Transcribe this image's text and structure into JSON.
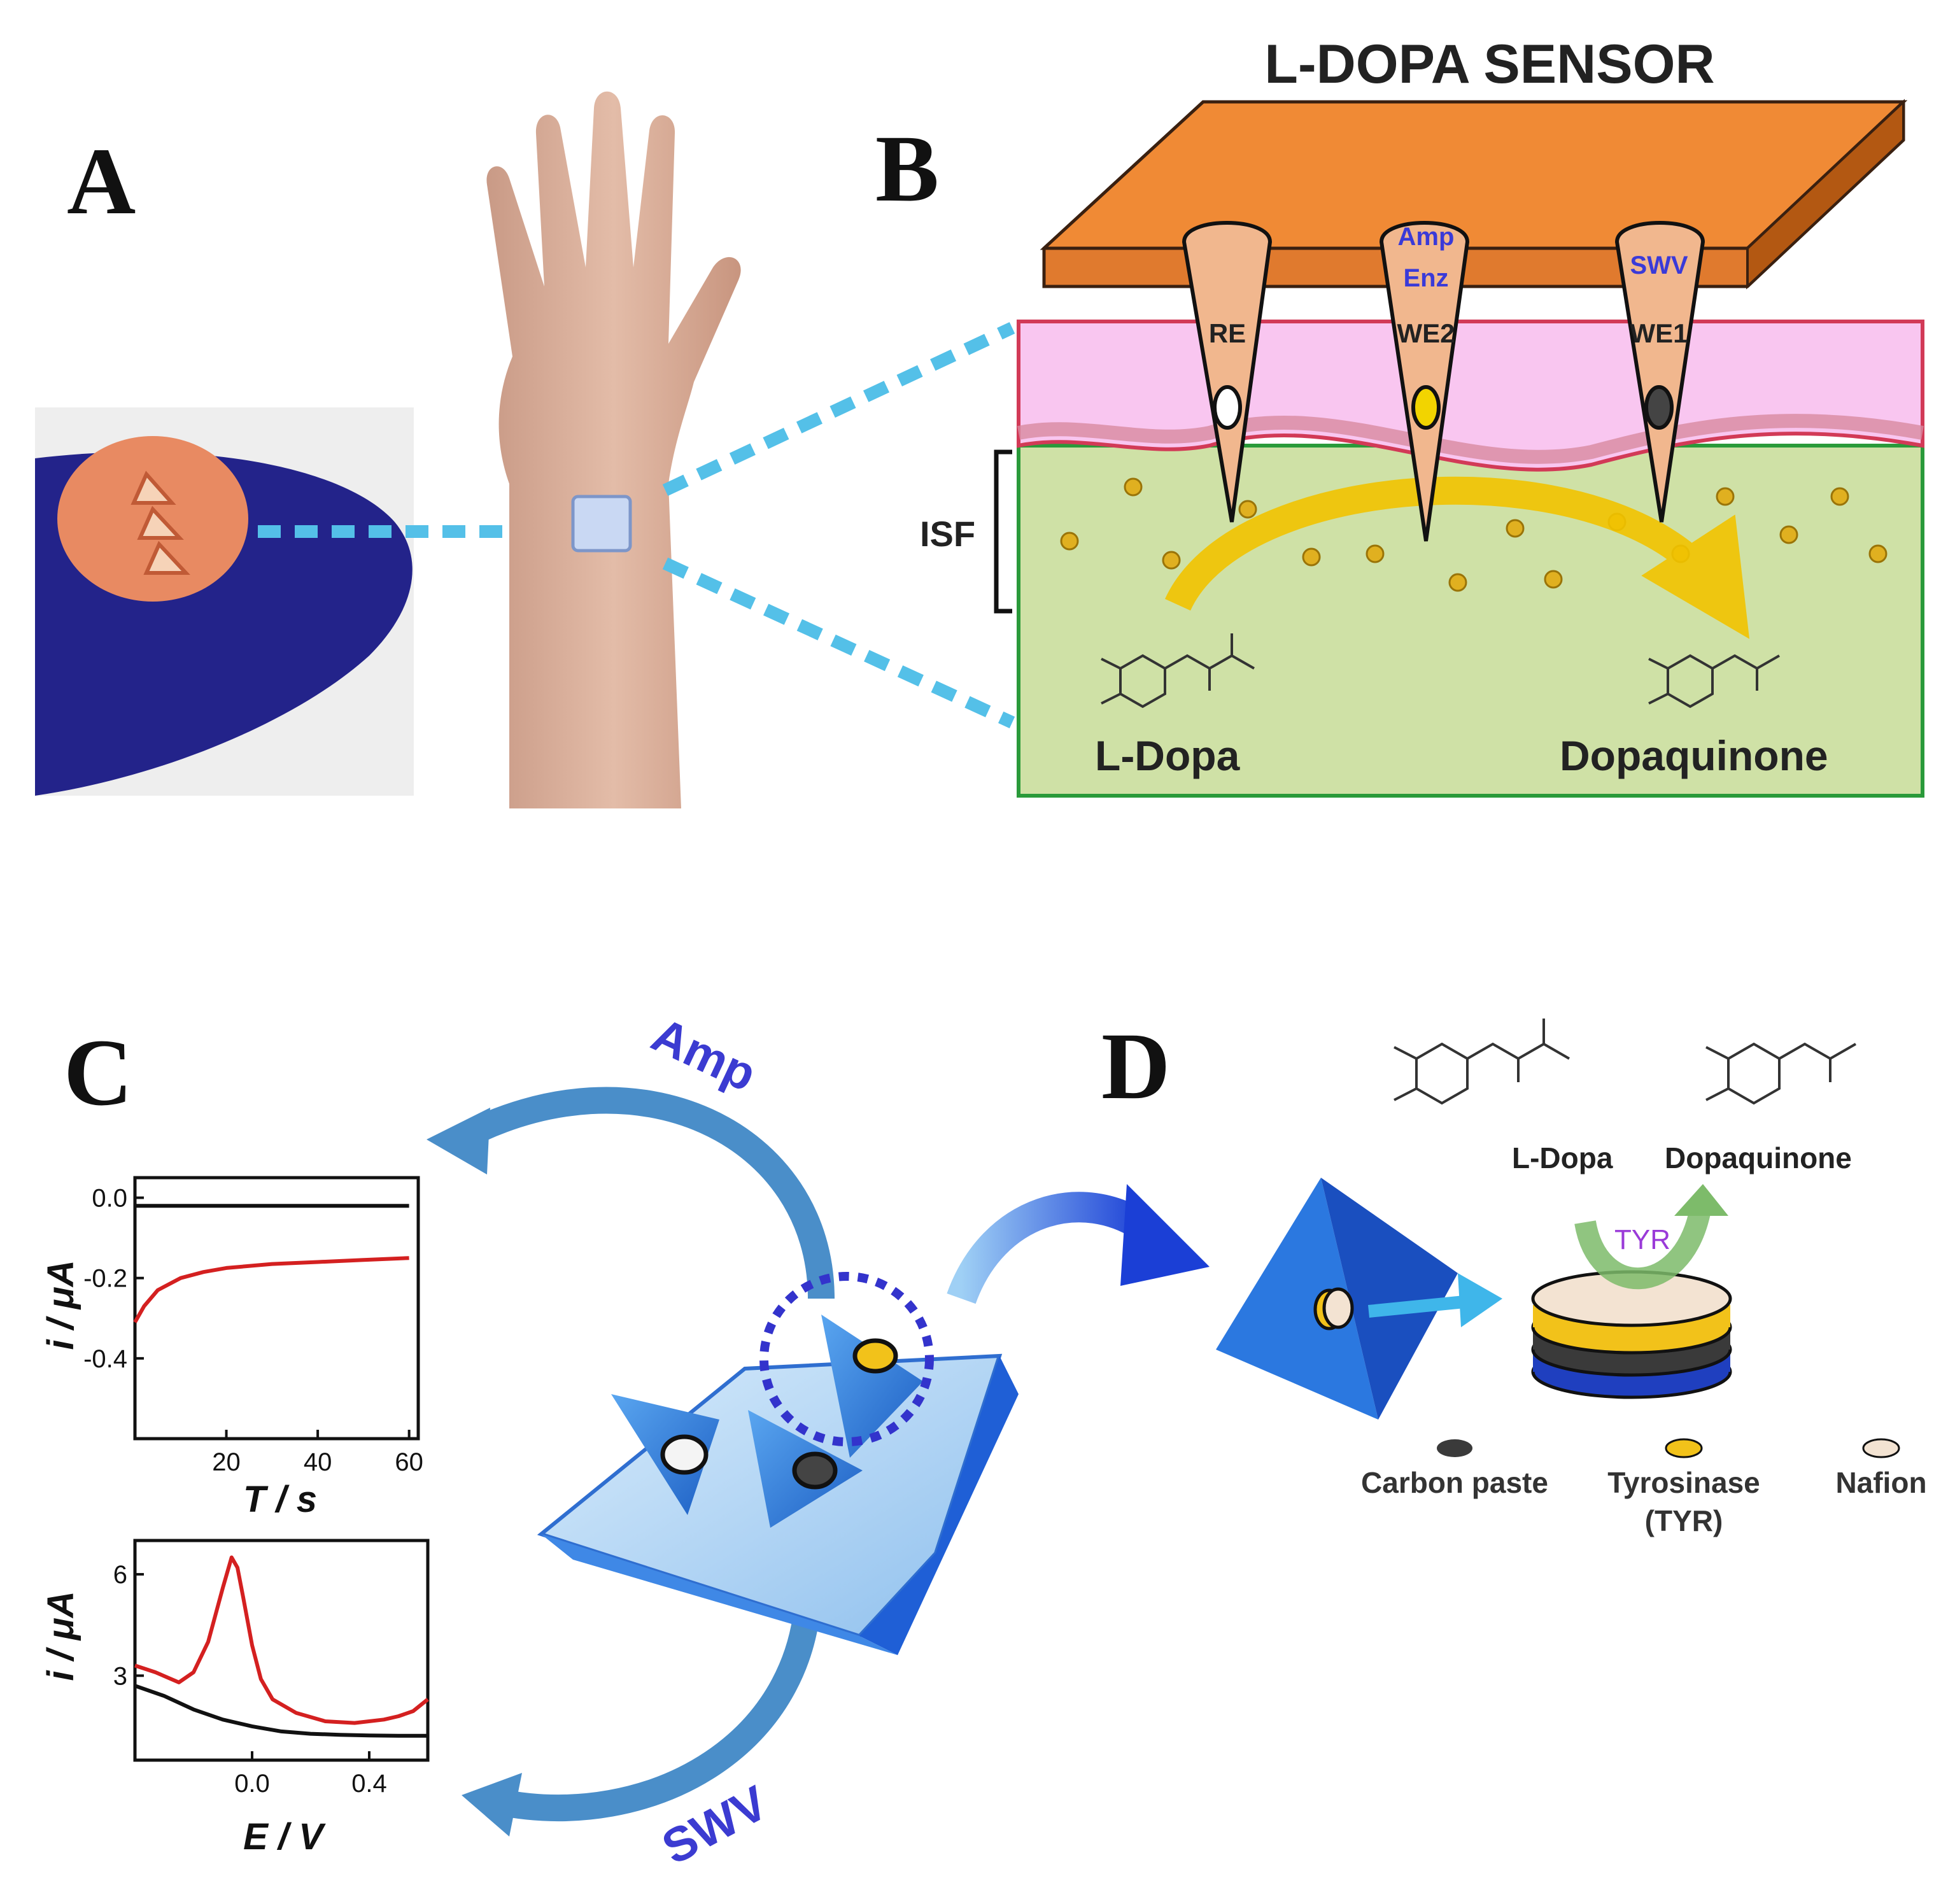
{
  "panel_labels": {
    "a": "A",
    "b": "B",
    "c": "C",
    "d": "D"
  },
  "panel_b": {
    "title": "L-DOPA SENSOR",
    "electrodes": [
      {
        "name": "RE",
        "tag": "",
        "dot_color": "#ffffff"
      },
      {
        "name": "WE2",
        "tag1": "Amp",
        "tag2": "Enz",
        "dot_color": "#f2d400"
      },
      {
        "name": "WE1",
        "tag1": "SWV",
        "dot_color": "#444444"
      }
    ],
    "isf_label": "ISF",
    "reactant_label": "L-Dopa",
    "product_label": "Dopaquinone",
    "colors": {
      "sensor": "#e07a2e",
      "skin": "#f9c6f0",
      "isf": "#cfe1a6",
      "arrow": "#f2d400"
    }
  },
  "panel_c": {
    "amp_label": "Amp",
    "swv_label": "SWV",
    "colors": {
      "platform": "#3a78d6",
      "arrow": "#4a8ec9"
    }
  },
  "panel_d": {
    "reactant_label": "L-Dopa",
    "product_label": "Dopaquinone",
    "enzyme_label": "TYR",
    "legend": [
      {
        "label": "Carbon paste",
        "label2": "",
        "color": "#3a3a3a"
      },
      {
        "label": "Tyrosinase",
        "label2": "(TYR)",
        "color": "#f2c21a"
      },
      {
        "label": "Nafion",
        "label2": "",
        "color": "#f3e3d2"
      }
    ]
  },
  "chart_data": [
    {
      "type": "line",
      "xlabel": "T / s",
      "ylabel": "i / μA",
      "xlim": [
        0,
        62
      ],
      "ylim": [
        -0.6,
        0.05
      ],
      "xticks": [
        20,
        40,
        60
      ],
      "yticks": [
        0.0,
        -0.2,
        -0.4
      ],
      "xtick_labels": [
        "20",
        "40",
        "60"
      ],
      "ytick_labels": [
        "0.0",
        "-0.2",
        "-0.4"
      ],
      "series": [
        {
          "color": "#111111",
          "x": [
            0,
            10,
            20,
            30,
            40,
            50,
            60
          ],
          "y": [
            -0.02,
            -0.02,
            -0.02,
            -0.02,
            -0.02,
            -0.02,
            -0.02
          ]
        },
        {
          "color": "#d42020",
          "x": [
            0,
            2,
            5,
            10,
            15,
            20,
            30,
            40,
            50,
            60
          ],
          "y": [
            -0.31,
            -0.27,
            -0.23,
            -0.2,
            -0.185,
            -0.175,
            -0.165,
            -0.16,
            -0.155,
            -0.15
          ]
        }
      ]
    },
    {
      "type": "line",
      "xlabel": "E / V",
      "ylabel": "i / μA",
      "xlim": [
        -0.4,
        0.6
      ],
      "ylim": [
        0.5,
        7
      ],
      "xticks": [
        0.0,
        0.4
      ],
      "yticks": [
        3,
        6
      ],
      "xtick_labels": [
        "0.0",
        "0.4"
      ],
      "ytick_labels": [
        "3",
        "6"
      ],
      "series": [
        {
          "color": "#d42020",
          "x": [
            -0.4,
            -0.33,
            -0.25,
            -0.2,
            -0.15,
            -0.1,
            -0.07,
            -0.05,
            -0.03,
            0.0,
            0.03,
            0.07,
            0.15,
            0.25,
            0.35,
            0.45,
            0.5,
            0.55,
            0.6
          ],
          "y": [
            3.3,
            3.1,
            2.8,
            3.1,
            4.0,
            5.6,
            6.5,
            6.2,
            5.3,
            3.9,
            2.9,
            2.3,
            1.9,
            1.65,
            1.6,
            1.7,
            1.8,
            1.95,
            2.3
          ]
        },
        {
          "color": "#111111",
          "x": [
            -0.4,
            -0.3,
            -0.2,
            -0.1,
            0.0,
            0.1,
            0.2,
            0.3,
            0.4,
            0.5,
            0.6
          ],
          "y": [
            2.7,
            2.4,
            2.0,
            1.7,
            1.5,
            1.35,
            1.28,
            1.25,
            1.23,
            1.22,
            1.22
          ]
        }
      ]
    }
  ]
}
